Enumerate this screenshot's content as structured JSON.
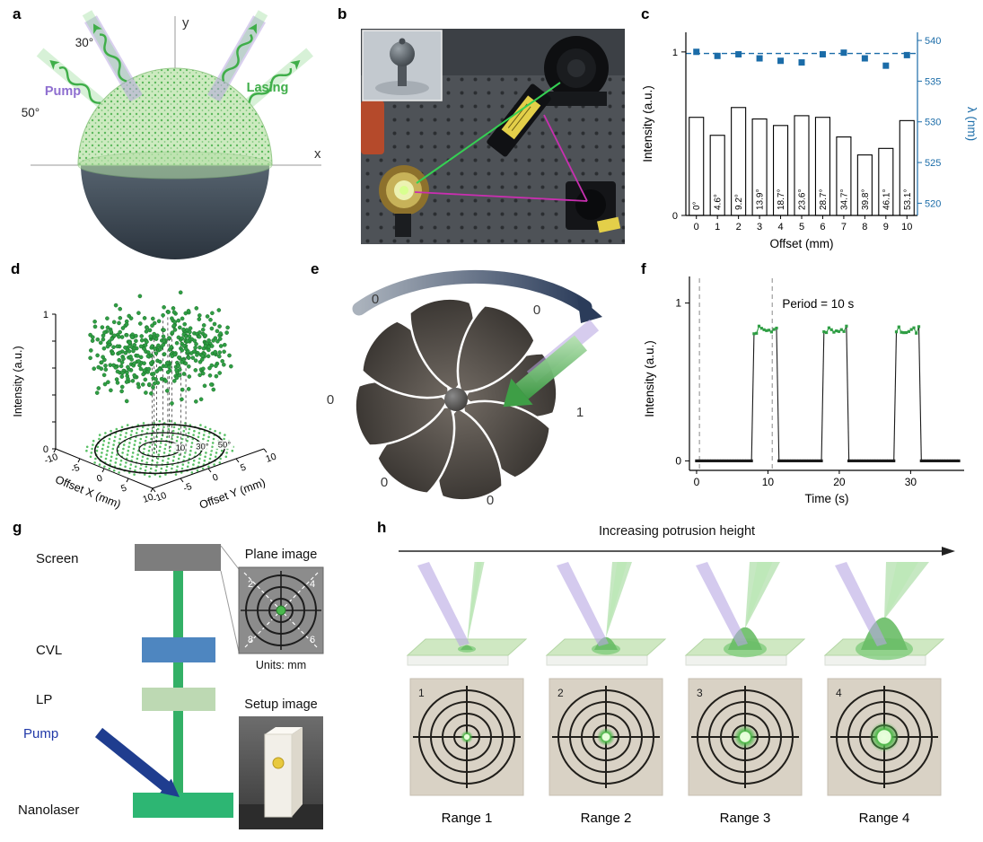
{
  "panels": {
    "a": {
      "label": "a",
      "axis_x": "x",
      "axis_y": "y",
      "pump_label": "Pump",
      "lasing_label": "Lasing",
      "angle_30": "30°",
      "angle_50": "50°",
      "colors": {
        "pump_beam": "#b3a0e0",
        "lasing_green": "#3fae49",
        "dome": "#cdeac0",
        "bowl": "#3c4752"
      }
    },
    "b": {
      "label": "b"
    },
    "c": {
      "label": "c"
    },
    "d": {
      "label": "d"
    },
    "e": {
      "label": "e",
      "values": [
        "0",
        "0",
        "0",
        "0",
        "0",
        "1"
      ]
    },
    "f": {
      "label": "f"
    },
    "g": {
      "label": "g",
      "labels": {
        "screen": "Screen",
        "cvl": "CVL",
        "lp": "LP",
        "pump": "Pump",
        "nanolaser": "Nanolaser"
      },
      "plane_image_title": "Plane image",
      "plane_numbers": {
        "tl": "2",
        "tr": "4",
        "bl": "8",
        "br": "6"
      },
      "units_caption": "Units: mm",
      "setup_image_title": "Setup image",
      "colors": {
        "screen": "#7d7d7d",
        "cvl": "#4e86c0",
        "lp": "#bdd9b3",
        "pump_arrow": "#1f3d8f",
        "nanolaser": "#2db673",
        "beam": "#33b066"
      }
    },
    "h": {
      "label": "h",
      "title": "Increasing potrusion height",
      "photo_numbers": [
        "1",
        "2",
        "3",
        "4"
      ],
      "captions": [
        "Range 1",
        "Range 2",
        "Range 3",
        "Range 4"
      ]
    }
  },
  "chart_data": [
    {
      "id": "c",
      "type": "bar",
      "xlabel": "Offset (mm)",
      "ylabel_left": "Intensity (a.u.)",
      "ylabel_right": "λ (nm)",
      "categories": [
        0,
        1,
        2,
        3,
        4,
        5,
        6,
        7,
        8,
        9,
        10
      ],
      "series": [
        {
          "name": "intensity-bars",
          "type": "bar",
          "values": [
            0.6,
            0.49,
            0.66,
            0.59,
            0.55,
            0.61,
            0.6,
            0.48,
            0.37,
            0.41,
            0.58
          ],
          "bar_labels": [
            "0°",
            "4.6°",
            "9.2°",
            "13.9°",
            "18.7°",
            "23.6°",
            "28.7°",
            "34.7°",
            "39.8°",
            "46.1°",
            "53.1°"
          ]
        },
        {
          "name": "wavelength",
          "type": "scatter",
          "values": [
            538.6,
            538.1,
            538.3,
            537.8,
            537.5,
            537.3,
            538.3,
            538.5,
            537.8,
            536.9,
            538.2
          ]
        }
      ],
      "reference_line": 538.4,
      "ylim_left": [
        0,
        1.12
      ],
      "ylim_right": [
        518.5,
        541
      ],
      "left_ticks": [
        0,
        1
      ],
      "right_ticks": [
        520,
        525,
        530,
        535,
        540
      ],
      "accent_color": "#1b6ca8",
      "grid": false,
      "legend": "none"
    },
    {
      "id": "d",
      "type": "scatter",
      "projection": "3d",
      "xlabel": "Offset X (mm)",
      "ylabel": "Offset Y (mm)",
      "zlabel": "Intensity (a.u.)",
      "x_ticks": [
        -10,
        -5,
        0,
        5,
        10
      ],
      "y_ticks": [
        -10,
        -5,
        0,
        5,
        10
      ],
      "z_ticks": [
        0,
        1
      ],
      "xlim": [
        -10,
        10
      ],
      "ylim": [
        -10,
        10
      ],
      "zlim": [
        0,
        1
      ],
      "n_points": 430,
      "z_range": [
        0.45,
        1.0
      ],
      "contour_rings_mm": [
        2.8,
        5.8,
        8.8
      ],
      "ring_labels": [
        "10",
        "30°",
        "50°"
      ],
      "point_color": "#2f9e44",
      "floor_dot_color": "#3cb54a",
      "seed": 42
    },
    {
      "id": "f",
      "type": "line",
      "annotation": "Period = 10 s",
      "xlabel": "Time (s)",
      "ylabel": "Intensity (a.u.)",
      "x_ticks": [
        0,
        10,
        20,
        30
      ],
      "y_ticks": [
        0,
        1
      ],
      "xlim": [
        -1,
        37.5
      ],
      "ylim": [
        -0.06,
        1.1
      ],
      "high_level": 0.83,
      "pulses": [
        [
          7.7,
          11.3
        ],
        [
          17.7,
          21.3
        ],
        [
          27.7,
          31.3
        ]
      ],
      "dashed_lines_x": [
        0.4,
        10.6
      ],
      "sample_step": 0.35,
      "high_color": "#2f9e44",
      "base_color": "#1a1a1a"
    }
  ]
}
